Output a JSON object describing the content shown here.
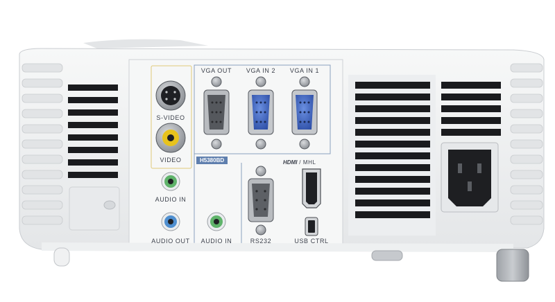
{
  "photo": {
    "subject": "projector rear connector panel",
    "colors": {
      "body": "#f2f3f4",
      "panel": "#f6f7f7",
      "group_border": "#8aa0bf",
      "badge": "#5f7fae",
      "vga_blue": "#3f66c4",
      "vent": "#1a1b1e",
      "video_yellow": "#e8c31d",
      "audio_green": "#5fb36a",
      "audio_blue": "#4f8fd0"
    },
    "labels": {
      "vga_out": "VGA OUT",
      "vga_in_2": "VGA IN 2",
      "vga_in_1": "VGA IN 1",
      "s_video": "S-VIDEO",
      "video": "VIDEO",
      "audio_in_left": "AUDIO IN",
      "audio_out": "AUDIO OUT",
      "model_badge": "H5380BD",
      "audio_in_right": "AUDIO IN",
      "rs232": "RS232",
      "hdmi_logo": "HDMI",
      "hdmi_suffix": " / MHL",
      "usb_ctrl": "USB CTRL"
    }
  }
}
